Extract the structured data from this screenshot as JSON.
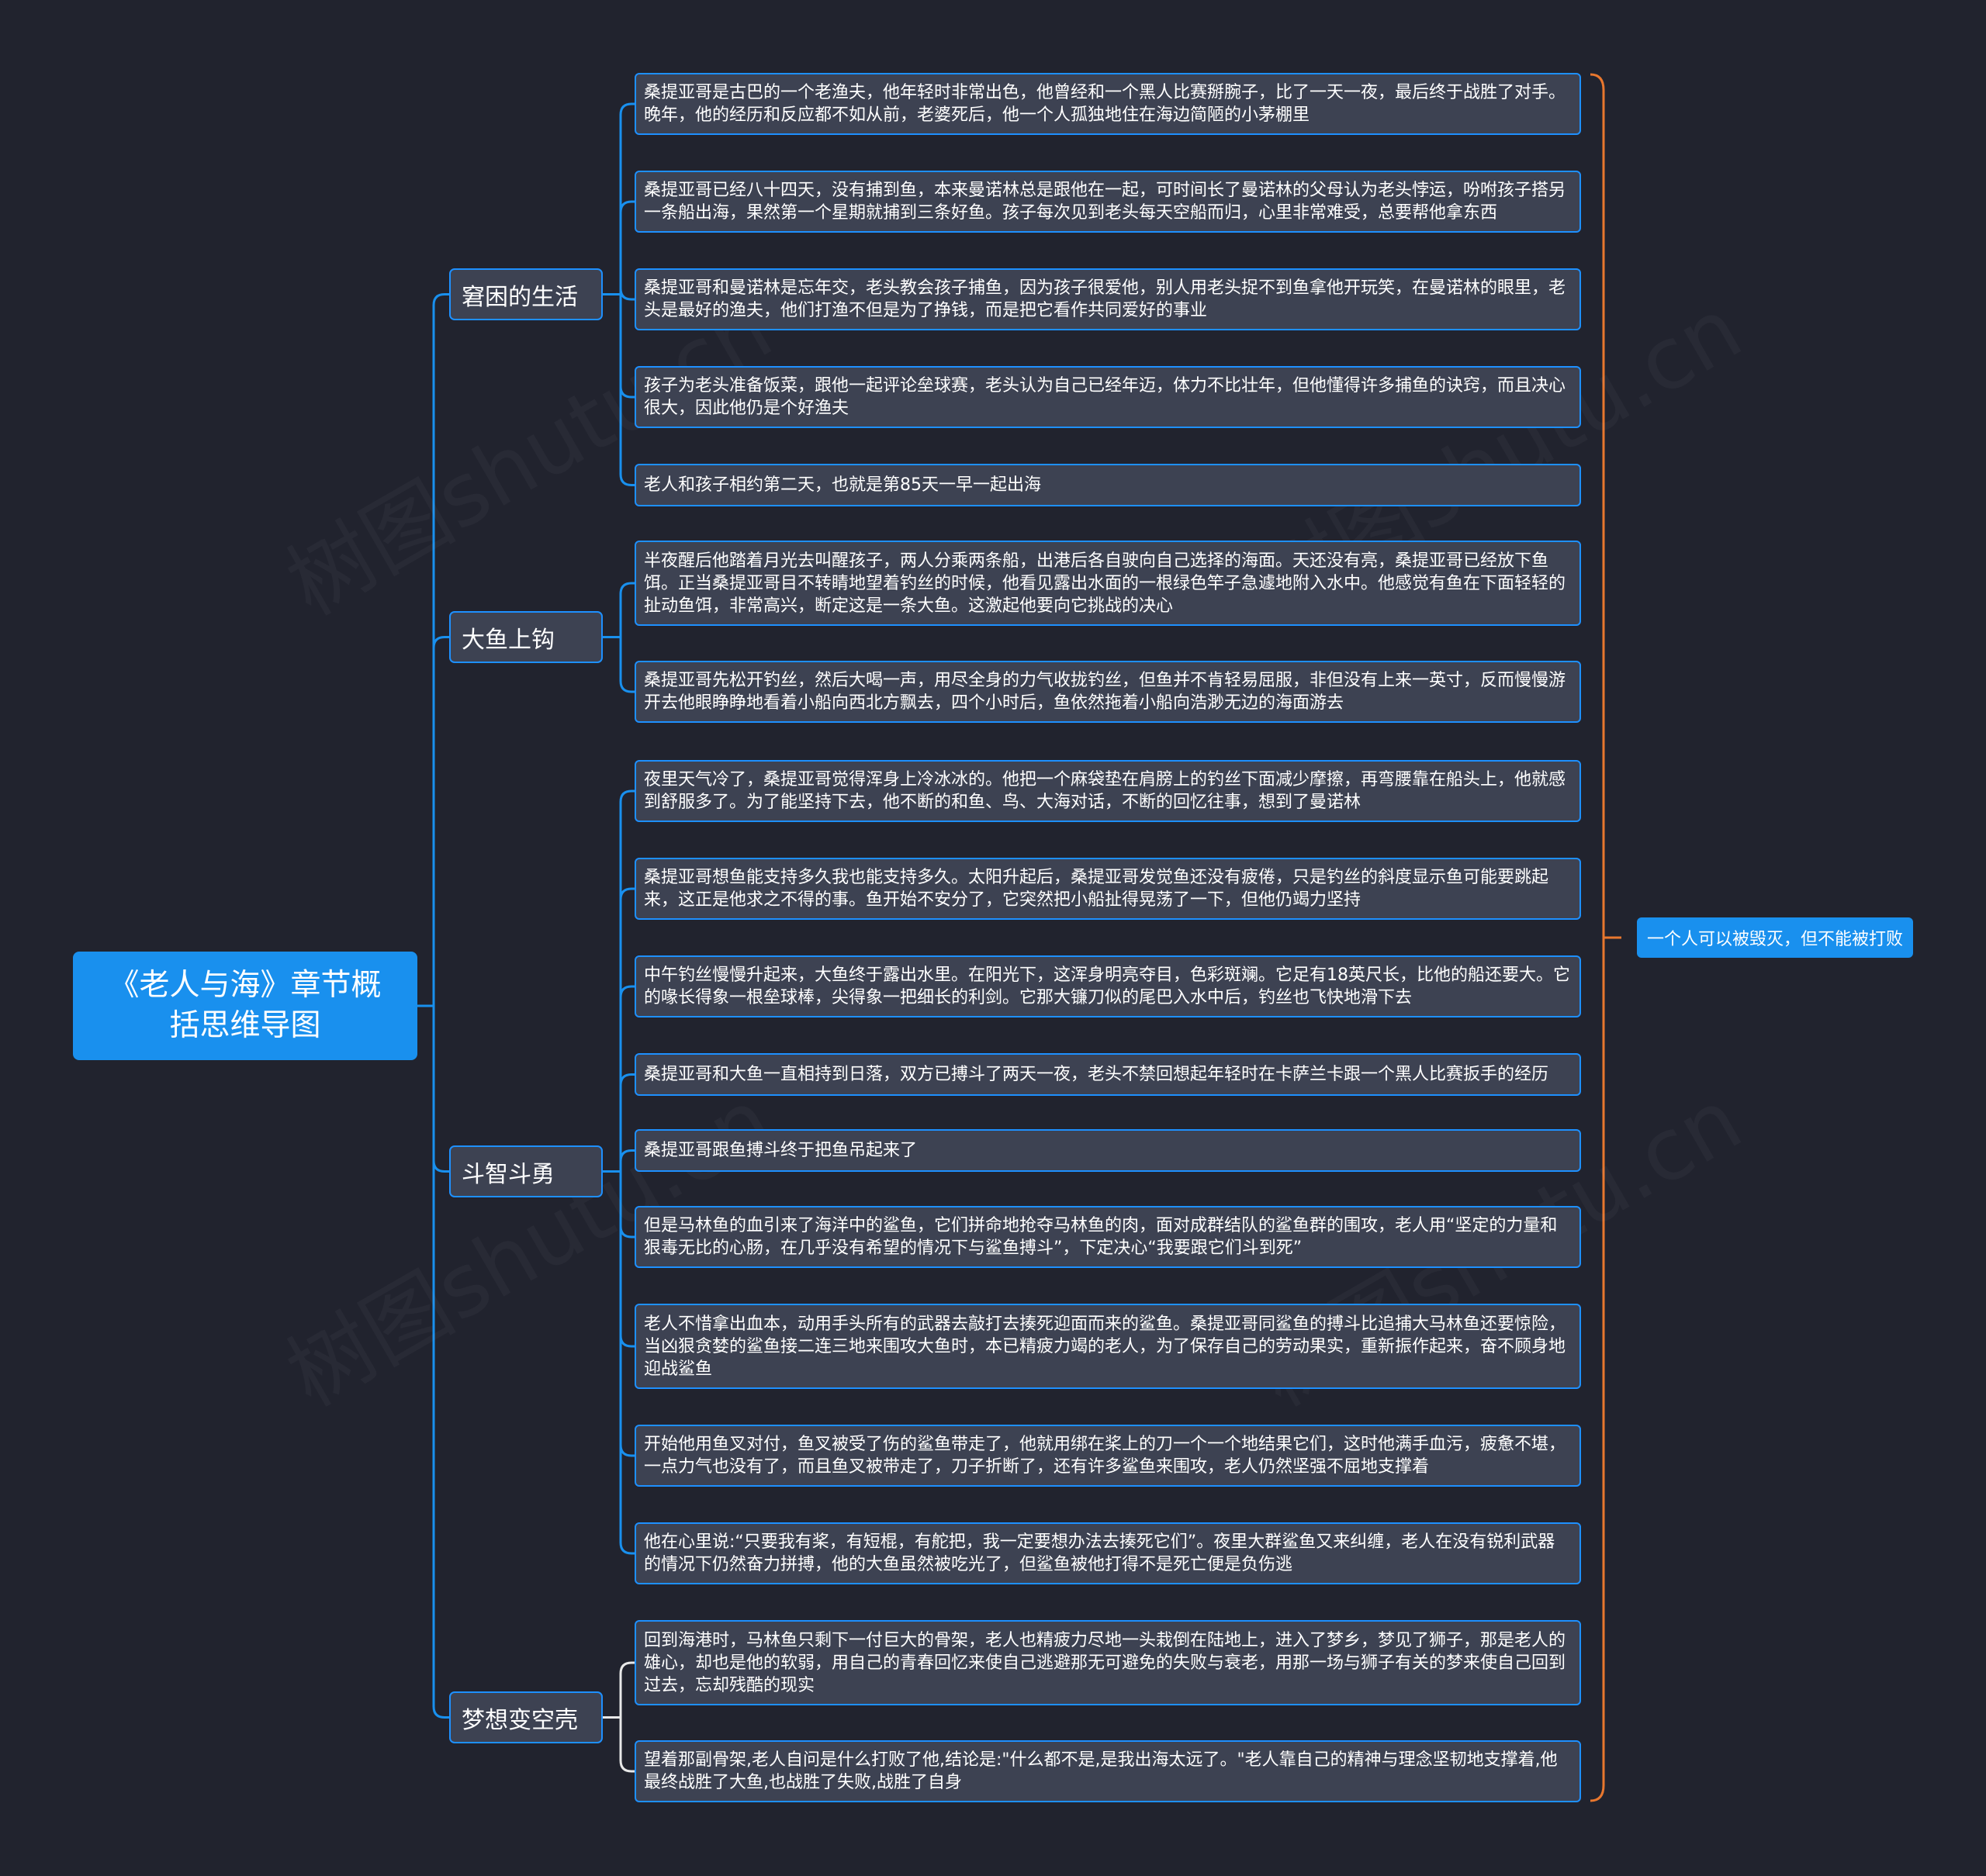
{
  "root": {
    "title": "《老人与海》章节概括思维导图"
  },
  "summary": {
    "text": "一个人可以被毁灭，但不能被打败"
  },
  "watermark": {
    "text": "树图shutu.cn"
  },
  "colors": {
    "background": "#21232e",
    "accent": "#1990ee",
    "node": "#3d4252",
    "bracket": "#e8772e",
    "last_branch": "#e8e8e8"
  },
  "branches": [
    {
      "label": "窘困的生活",
      "leaves": [
        "桑提亚哥是古巴的一个老渔夫，他年轻时非常出色，他曾经和一个黑人比赛掰腕子，比了一天一夜，最后终于战胜了对手。晚年，他的经历和反应都不如从前，老婆死后，他一个人孤独地住在海边简陋的小茅棚里",
        "桑提亚哥已经八十四天，没有捕到鱼，本来曼诺林总是跟他在一起，可时间长了曼诺林的父母认为老头悖运，吩咐孩子搭另一条船出海，果然第一个星期就捕到三条好鱼。孩子每次见到老头每天空船而归，心里非常难受，总要帮他拿东西",
        "桑提亚哥和曼诺林是忘年交，老头教会孩子捕鱼，因为孩子很爱他，别人用老头捉不到鱼拿他开玩笑，在曼诺林的眼里，老头是最好的渔夫，他们打渔不但是为了挣钱，而是把它看作共同爱好的事业",
        "孩子为老头准备饭菜，跟他一起评论垒球赛，老头认为自己已经年迈，体力不比壮年，但他懂得许多捕鱼的诀窍，而且决心很大，因此他仍是个好渔夫",
        "老人和孩子相约第二天，也就是第85天一早一起出海"
      ]
    },
    {
      "label": "大鱼上钩",
      "leaves": [
        "半夜醒后他踏着月光去叫醒孩子，两人分乘两条船，出港后各自驶向自己选择的海面。天还没有亮，桑提亚哥已经放下鱼饵。正当桑提亚哥目不转睛地望着钓丝的时候，他看见露出水面的一根绿色竿子急遽地附入水中。他感觉有鱼在下面轻轻的扯动鱼饵，非常高兴，断定这是一条大鱼。这激起他要向它挑战的决心",
        "桑提亚哥先松开钓丝，然后大喝一声，用尽全身的力气收拢钓丝，但鱼并不肯轻易屈服，非但没有上来一英寸，反而慢慢游开去他眼睁睁地看着小船向西北方飘去，四个小时后，鱼依然拖着小船向浩渺无边的海面游去"
      ]
    },
    {
      "label": "斗智斗勇",
      "leaves": [
        "夜里天气冷了，桑提亚哥觉得浑身上冷冰冰的。他把一个麻袋垫在肩膀上的钓丝下面减少摩擦，再弯腰靠在船头上，他就感到舒服多了。为了能坚持下去，他不断的和鱼、鸟、大海对话，不断的回忆往事，想到了曼诺林",
        "桑提亚哥想鱼能支持多久我也能支持多久。太阳升起后，桑提亚哥发觉鱼还没有疲倦，只是钓丝的斜度显示鱼可能要跳起来，这正是他求之不得的事。鱼开始不安分了，它突然把小船扯得晃荡了一下，但他仍竭力坚持",
        "中午钓丝慢慢升起来，大鱼终于露出水里。在阳光下，这浑身明亮夺目，色彩斑斓。它足有18英尺长，比他的船还要大。它的喙长得象一根垒球棒，尖得象一把细长的利剑。它那大镰刀似的尾巴入水中后，钓丝也飞快地滑下去",
        "桑提亚哥和大鱼一直相持到日落，双方已搏斗了两天一夜，老头不禁回想起年轻时在卡萨兰卡跟一个黑人比赛扳手的经历",
        "桑提亚哥跟鱼搏斗终于把鱼吊起来了",
        "但是马林鱼的血引来了海洋中的鲨鱼，它们拼命地抢夺马林鱼的肉，面对成群结队的鲨鱼群的围攻，老人用“坚定的力量和狠毒无比的心肠，在几乎没有希望的情况下与鲨鱼搏斗”，下定决心“我要跟它们斗到死”",
        "老人不惜拿出血本，动用手头所有的武器去敲打去揍死迎面而来的鲨鱼。桑提亚哥同鲨鱼的搏斗比追捕大马林鱼还要惊险，当凶狠贪婪的鲨鱼接二连三地来围攻大鱼时，本已精疲力竭的老人，为了保存自己的劳动果实，重新振作起来，奋不顾身地迎战鲨鱼",
        "开始他用鱼叉对付，鱼叉被受了伤的鲨鱼带走了，他就用绑在桨上的刀一个一个地结果它们，这时他满手血污，疲惫不堪，一点力气也没有了，而且鱼叉被带走了，刀子折断了，还有许多鲨鱼来围攻，老人仍然坚强不屈地支撑着",
        "他在心里说:“只要我有桨，有短棍，有舵把，我一定要想办法去揍死它们”。夜里大群鲨鱼又来纠缠，老人在没有锐利武器的情况下仍然奋力拼搏，他的大鱼虽然被吃光了，但鲨鱼被他打得不是死亡便是负伤逃"
      ]
    },
    {
      "label": "梦想变空壳",
      "leaves": [
        "回到海港时，马林鱼只剩下一付巨大的骨架，老人也精疲力尽地一头栽倒在陆地上，进入了梦乡，梦见了狮子，那是老人的雄心，却也是他的软弱，用自己的青春回忆来使自己逃避那无可避免的失败与衰老，用那一场与狮子有关的梦来使自己回到过去，忘却残酷的现实",
        "望着那副骨架,老人自问是什么打败了他,结论是:\"什么都不是,是我出海太远了。\"老人靠自己的精神与理念坚韧地支撑着,他最终战胜了大鱼,也战胜了失败,战胜了自身"
      ]
    }
  ]
}
